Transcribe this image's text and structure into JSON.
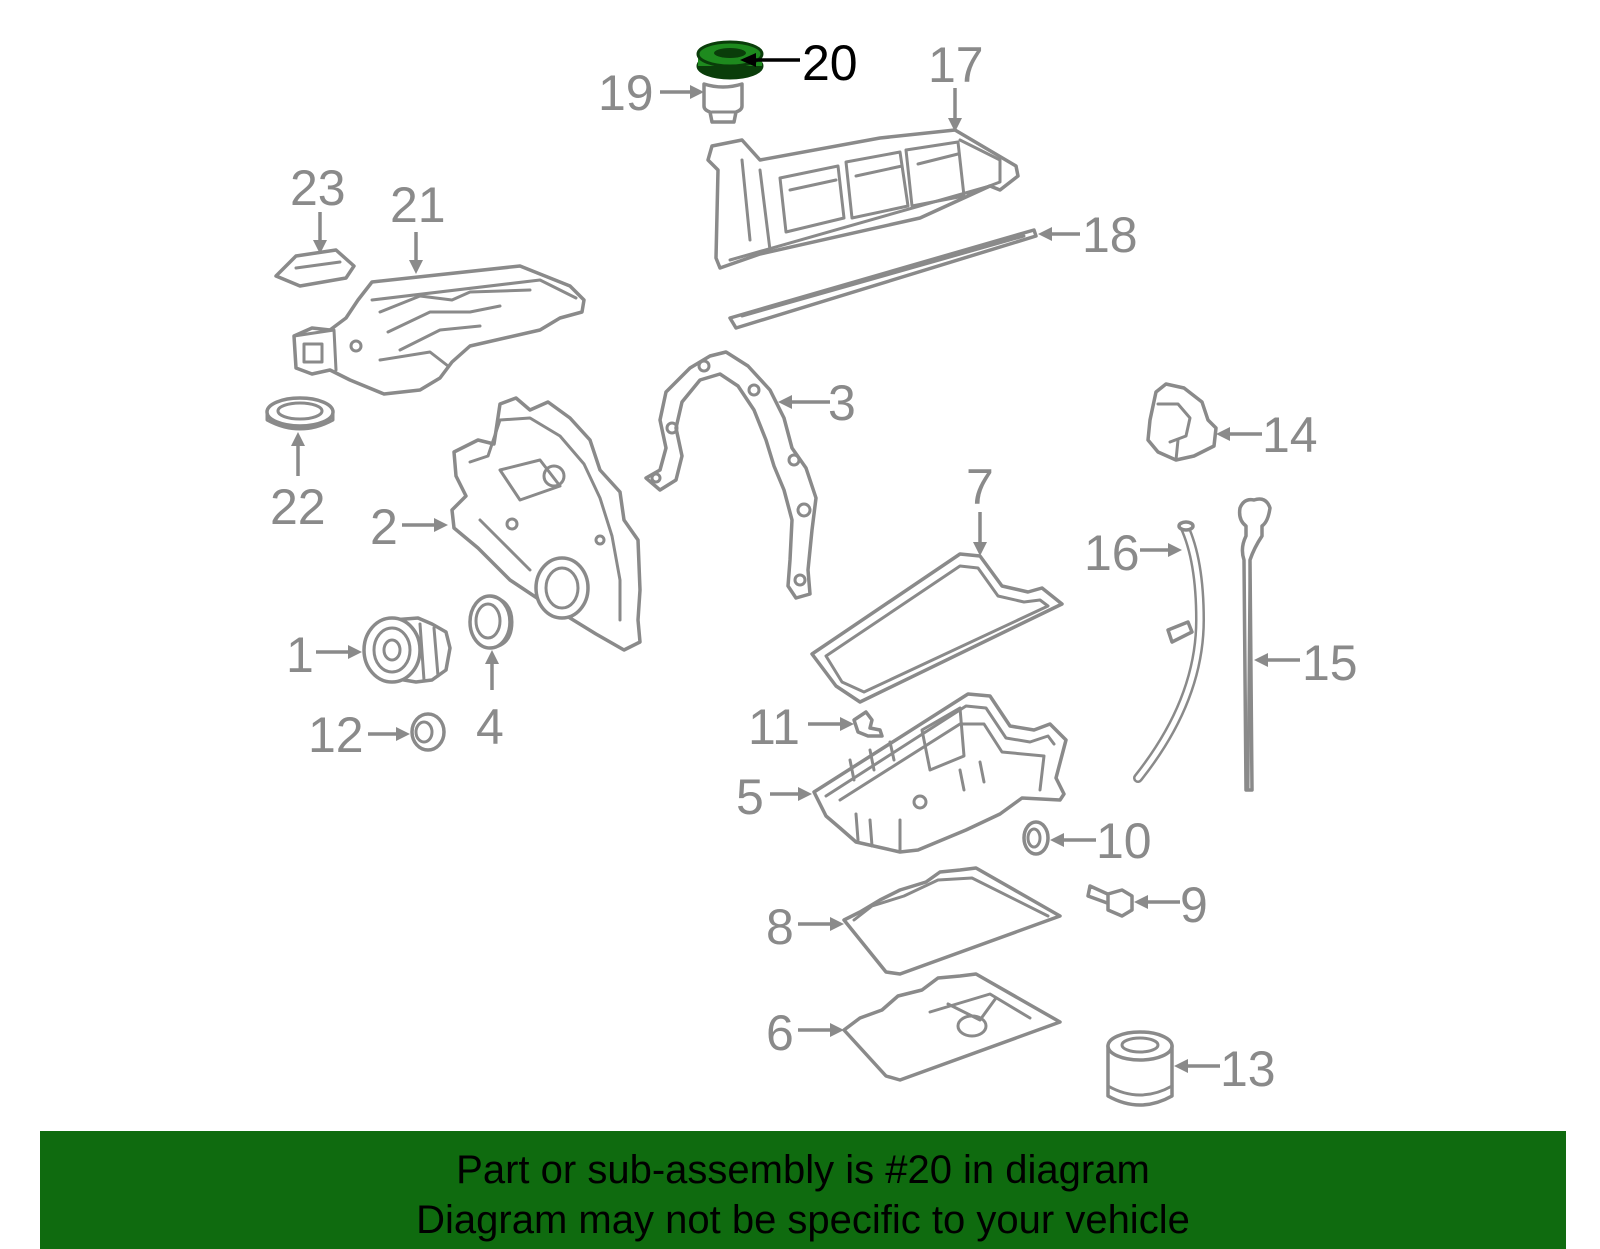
{
  "callouts": {
    "n1": "1",
    "n2": "2",
    "n3": "3",
    "n4": "4",
    "n5": "5",
    "n6": "6",
    "n7": "7",
    "n8": "8",
    "n9": "9",
    "n10": "10",
    "n11": "11",
    "n12": "12",
    "n13": "13",
    "n14": "14",
    "n15": "15",
    "n16": "16",
    "n17": "17",
    "n18": "18",
    "n19": "19",
    "n20": "20",
    "n21": "21",
    "n22": "22",
    "n23": "23"
  },
  "highlight_part": "20",
  "colors": {
    "highlight": "#1e8a1e",
    "banner_background": "#0f6b0f",
    "line_art": "#8a8a8a",
    "highlight_label": "#000000"
  },
  "banner": {
    "line1": "Part or sub-assembly is #20 in diagram",
    "line2": "Diagram may not be specific to your vehicle"
  }
}
